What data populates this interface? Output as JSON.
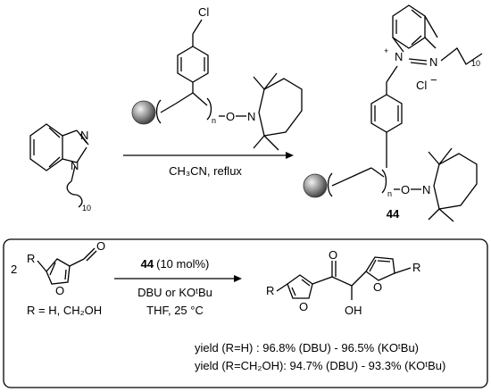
{
  "top_reaction": {
    "reagent_cl": "Cl",
    "n_subscript": "n",
    "o_label": "O",
    "n_label": "N",
    "conditions": "CH₃CN, reflux",
    "benzimidazole_n1": "N",
    "benzimidazole_n3": "N",
    "chain_subscript": "10",
    "product_n_plus": "N",
    "product_plus": "+",
    "product_n": "N",
    "product_chain_subscript": "10",
    "counterion": "Cl",
    "counterion_charge": "−",
    "product_label": "44"
  },
  "bottom_reaction": {
    "coefficient": "2",
    "r_label": "R",
    "furan_o": "O",
    "aldehyde_o": "O",
    "r_definition": "R = H, CH₂OH",
    "catalyst_number": "44",
    "catalyst_loading": "(10 mol%)",
    "base": "DBU or KOᵗBu",
    "solvent_temp": "THF, 25 °C",
    "product_r_left": "R",
    "product_r_right": "R",
    "product_o_left": "O",
    "product_o_right": "O",
    "product_carbonyl_o": "O",
    "product_oh": "OH",
    "yield_line_1": "yield (R=H) :  96.8% (DBU) - 96.5% (KOᵗBu)",
    "yield_line_2": "yield (R=CH₂OH):  94.7% (DBU) - 93.3% (KOᵗBu)"
  }
}
